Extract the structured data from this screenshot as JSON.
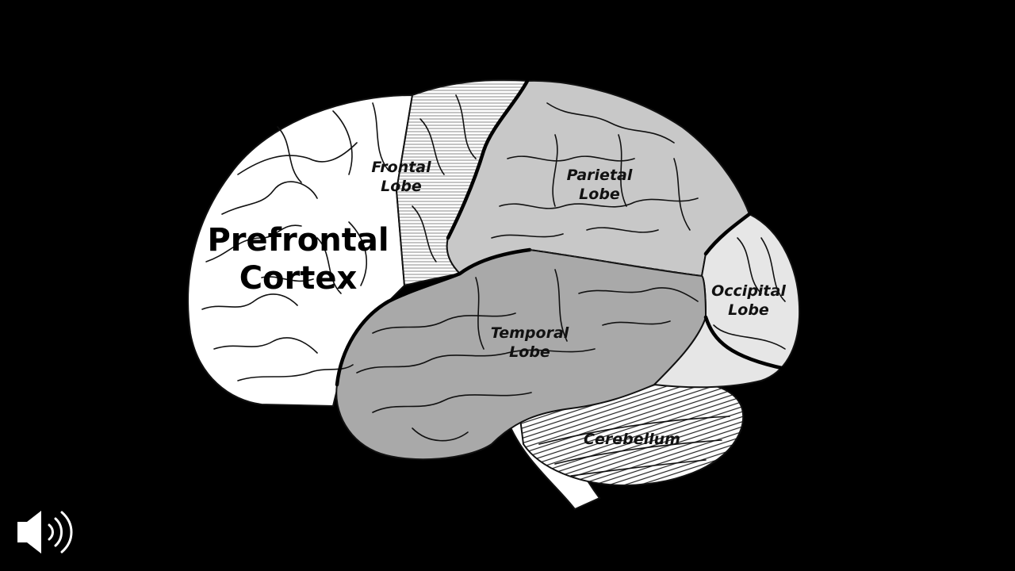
{
  "labels": {
    "prefrontal_line1": "Prefrontal",
    "prefrontal_line2": "Cortex",
    "frontal_line1": "Frontal",
    "frontal_line2": "Lobe",
    "parietal_line1": "Parietal",
    "parietal_line2": "Lobe",
    "temporal_line1": "Temporal",
    "temporal_line2": "Lobe",
    "occipital_line1": "Occipital",
    "occipital_line2": "Lobe",
    "cerebellum": "Cerebellum"
  },
  "colors": {
    "background": "#000000",
    "prefrontal": "#ffffff",
    "frontal": "#f4f4f4",
    "parietal": "#c8c8c8",
    "temporal": "#a9a9a9",
    "occipital": "#e6e6e6",
    "cerebellum": "#ffffff"
  },
  "controls": {
    "audio_icon": "speaker-volume-icon"
  }
}
